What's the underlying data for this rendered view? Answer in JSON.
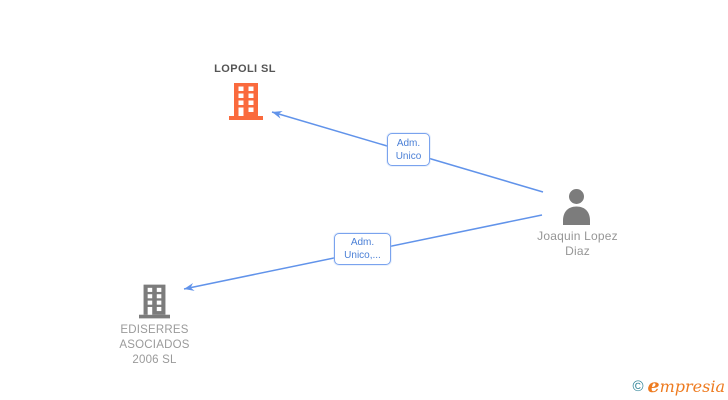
{
  "diagram": {
    "title": "LOPOLI SL",
    "nodes": {
      "lopoli": {
        "label": "LOPOLI SL",
        "type": "company",
        "icon": "building-icon",
        "color": "#fa6a3d"
      },
      "joaquin": {
        "label": "Joaquin Lopez Diaz",
        "type": "person",
        "icon": "person-icon",
        "color": "#7c7c7c"
      },
      "ediserres": {
        "label": "EDISERRES ASOCIADOS 2006 SL",
        "type": "company",
        "icon": "building-icon",
        "color": "#7c7c7c"
      }
    },
    "edges": [
      {
        "from": "Joaquin Lopez Diaz",
        "to": "LOPOLI SL",
        "label": "Adm. Unico"
      },
      {
        "from": "Joaquin Lopez Diaz",
        "to": "EDISERRES ASOCIADOS 2006 SL",
        "label": "Adm. Unico,..."
      }
    ]
  },
  "colors": {
    "edge": "#6193ea",
    "edge_label_border": "#7aa3ee",
    "edge_label_text": "#4a7fd6",
    "company_primary": "#fa6a3d",
    "company_secondary": "#7c7c7c",
    "person": "#7c7c7c",
    "primary_label_text": "#555555",
    "node_label_text": "#9a9a9a",
    "logo_copyright": "#2b8196",
    "logo_brand": "#ee7b20"
  },
  "watermark": {
    "copyright": "©",
    "brand_initial": "e",
    "brand_rest": "mpresia",
    "brand_full": "empresia"
  }
}
